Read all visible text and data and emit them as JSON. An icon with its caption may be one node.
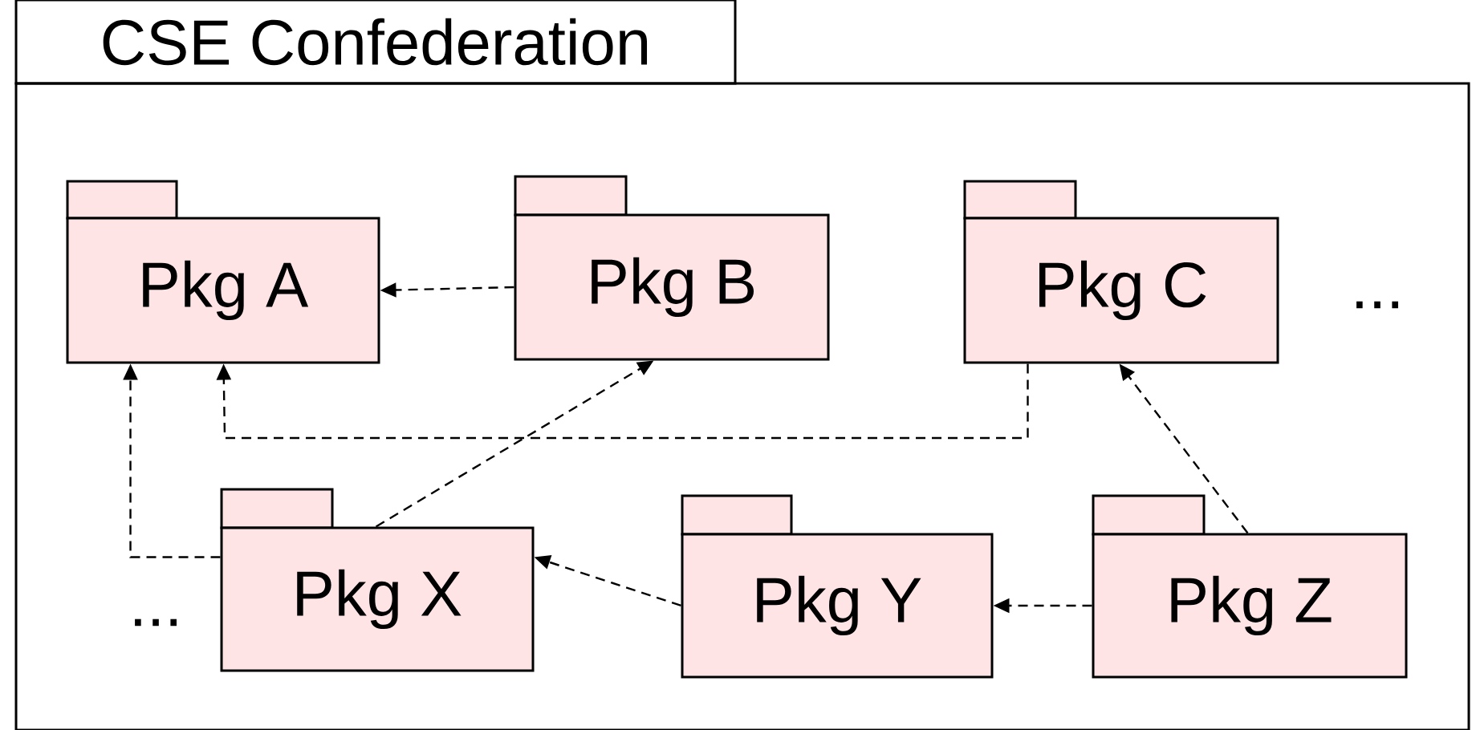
{
  "diagram": {
    "nodes": [
      {
        "text": [
          "CSE Confederation"
        ]
      },
      {
        "text": [
          "Pkg A"
        ],
        "in": 0
      },
      {
        "text": [
          "Pkg B"
        ],
        "in": 0
      },
      {
        "text": [
          "Pkg C"
        ],
        "in": 0
      },
      {
        "text": [
          "Pkg X"
        ],
        "in": 0
      },
      {
        "text": [
          "Pkg Y"
        ],
        "in": 0
      },
      {
        "text": [
          "Pkg Z"
        ],
        "in": 0
      }
    ],
    "edges": [
      {
        "from": 2,
        "to": 1,
        "arrow": "to",
        "style": "dashed"
      },
      {
        "from": 4,
        "to": 2,
        "arrow": "to",
        "style": "dashed"
      },
      {
        "from": 4,
        "to": 1,
        "arrow": "to",
        "style": "dashed"
      },
      {
        "from": 3,
        "to": 1,
        "arrow": "to",
        "style": "dashed"
      },
      {
        "from": 5,
        "to": 4,
        "arrow": "to",
        "style": "dashed"
      },
      {
        "from": 6,
        "to": 5,
        "arrow": "to",
        "style": "dashed"
      },
      {
        "from": 6,
        "to": 3,
        "arrow": "to",
        "style": "dashed"
      }
    ],
    "labels": [
      "...",
      "..."
    ]
  }
}
